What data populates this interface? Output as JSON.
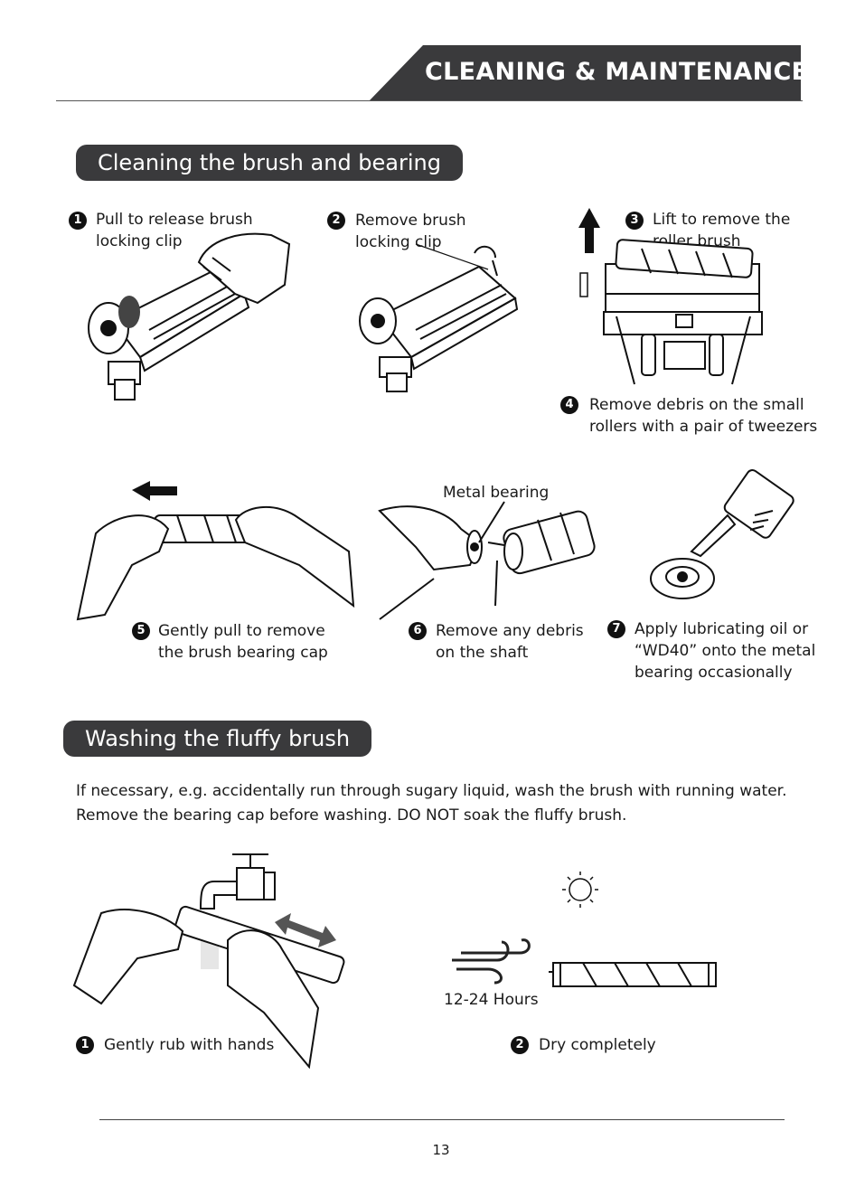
{
  "header": {
    "title": "CLEANING & MAINTENANCE"
  },
  "section1": {
    "title": "Cleaning the brush and bearing",
    "steps": [
      {
        "num": "1",
        "text": "Pull to release brush\nlocking clip"
      },
      {
        "num": "2",
        "text": "Remove brush\nlocking clip"
      },
      {
        "num": "3",
        "text": "Lift to remove the\nroller brush"
      },
      {
        "num": "4",
        "text": "Remove debris on the small\nrollers with a pair of tweezers"
      },
      {
        "num": "5",
        "text": "Gently pull to remove\nthe brush bearing cap"
      },
      {
        "num": "6",
        "text": "Remove any debris\non the shaft"
      },
      {
        "num": "7",
        "text": "Apply lubricating oil or\n“WD40” onto the metal\nbearing occasionally"
      }
    ],
    "metal_bearing_label": "Metal bearing"
  },
  "section2": {
    "title": "Washing the fluffy brush",
    "paragraph": [
      "If necessary, e.g. accidentally run through sugary liquid, wash the brush with running water.",
      "Remove the bearing cap before washing. DO NOT soak the fluffy brush."
    ],
    "steps": [
      {
        "num": "1",
        "text": "Gently rub with hands"
      },
      {
        "num": "2",
        "text": "Dry completely"
      }
    ],
    "dry_time_label": "12-24 Hours"
  },
  "footer": {
    "page_number": "13"
  },
  "colors": {
    "header_band": "#3a3a3c",
    "pill_bg": "#3a3a3c",
    "text": "#1a1a1a"
  },
  "icons": [
    "arrow-up-icon",
    "arrow-left-icon",
    "double-arrow-icon",
    "sun-icon",
    "wind-icon",
    "faucet-icon",
    "oil-bottle-icon"
  ]
}
